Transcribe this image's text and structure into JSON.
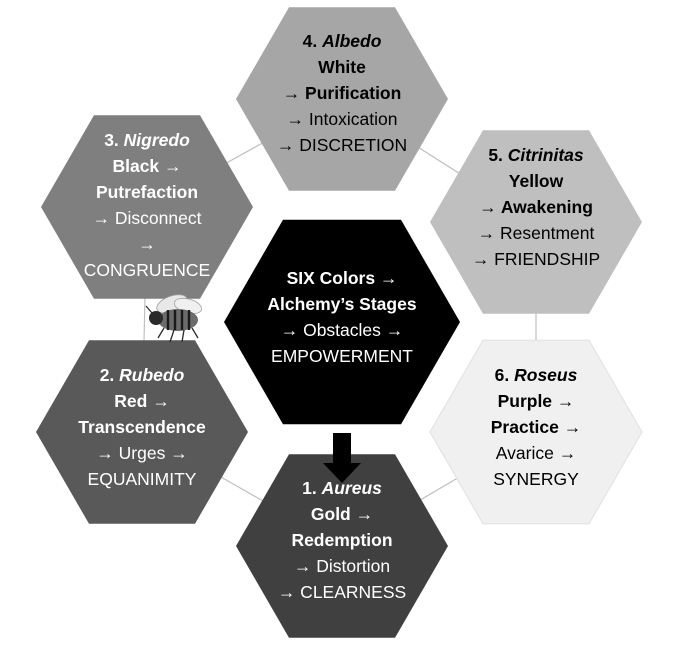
{
  "center": {
    "lines": [
      {
        "parts": [
          {
            "text": "SIX Colors →",
            "style": "bold"
          }
        ]
      },
      {
        "parts": [
          {
            "text": "Alchemy’s Stages",
            "style": "bold"
          }
        ]
      },
      {
        "parts": [
          {
            "text": "→ Obstacles →",
            "style": "norm"
          }
        ]
      },
      {
        "parts": [
          {
            "text": "EMPOWERMENT",
            "style": "norm"
          }
        ]
      }
    ],
    "fill": "#000000",
    "text_color": "#ffffff"
  },
  "stages": [
    {
      "id": "albedo",
      "fill": "#a6a6a6",
      "text_color": "#000000",
      "lines": [
        {
          "parts": [
            {
              "text": "4. ",
              "style": "bold"
            },
            {
              "text": "Albedo",
              "style": "latin"
            }
          ]
        },
        {
          "parts": [
            {
              "text": "White",
              "style": "bold"
            }
          ]
        },
        {
          "parts": [
            {
              "text": "→ Purification",
              "style": "bold"
            }
          ]
        },
        {
          "parts": [
            {
              "text": "→ Intoxication",
              "style": "norm"
            }
          ]
        },
        {
          "parts": [
            {
              "text": "→ DISCRETION",
              "style": "norm"
            }
          ]
        }
      ]
    },
    {
      "id": "nigredo",
      "fill": "#7f7f7f",
      "text_color": "#ffffff",
      "lines": [
        {
          "parts": [
            {
              "text": "3. ",
              "style": "bold"
            },
            {
              "text": "Nigredo",
              "style": "latin"
            }
          ]
        },
        {
          "parts": [
            {
              "text": "Black →",
              "style": "bold"
            }
          ]
        },
        {
          "parts": [
            {
              "text": "Putrefaction",
              "style": "bold"
            }
          ]
        },
        {
          "parts": [
            {
              "text": "→ Disconnect",
              "style": "norm"
            }
          ]
        },
        {
          "parts": [
            {
              "text": "→",
              "style": "norm"
            }
          ]
        },
        {
          "parts": [
            {
              "text": "CONGRUENCE",
              "style": "norm"
            }
          ]
        }
      ]
    },
    {
      "id": "citrinitas",
      "fill": "#bfbfbf",
      "text_color": "#000000",
      "lines": [
        {
          "parts": [
            {
              "text": "5. ",
              "style": "bold"
            },
            {
              "text": "Citrinitas",
              "style": "latin"
            }
          ]
        },
        {
          "parts": [
            {
              "text": "Yellow",
              "style": "bold"
            }
          ]
        },
        {
          "parts": [
            {
              "text": "→ Awakening",
              "style": "bold"
            }
          ]
        },
        {
          "parts": [
            {
              "text": "→ Resentment",
              "style": "norm"
            }
          ]
        },
        {
          "parts": [
            {
              "text": "→ FRIENDSHIP",
              "style": "norm"
            }
          ]
        }
      ]
    },
    {
      "id": "rubedo",
      "fill": "#595959",
      "text_color": "#ffffff",
      "lines": [
        {
          "parts": [
            {
              "text": "2. ",
              "style": "bold"
            },
            {
              "text": "Rubedo",
              "style": "latin"
            }
          ]
        },
        {
          "parts": [
            {
              "text": "Red →",
              "style": "bold"
            }
          ]
        },
        {
          "parts": [
            {
              "text": "Transcendence",
              "style": "bold"
            }
          ]
        },
        {
          "parts": [
            {
              "text": "→ Urges →",
              "style": "norm"
            }
          ]
        },
        {
          "parts": [
            {
              "text": "EQUANIMITY",
              "style": "norm"
            }
          ]
        }
      ]
    },
    {
      "id": "roseus",
      "fill": "#f0f0f0",
      "text_color": "#000000",
      "lines": [
        {
          "parts": [
            {
              "text": "6. ",
              "style": "bold"
            },
            {
              "text": "Roseus",
              "style": "latin"
            }
          ]
        },
        {
          "parts": [
            {
              "text": "Purple →",
              "style": "bold"
            }
          ]
        },
        {
          "parts": [
            {
              "text": "Practice",
              "style": "bold"
            },
            {
              "text": " →",
              "style": "norm"
            }
          ]
        },
        {
          "parts": [
            {
              "text": "Avarice →",
              "style": "norm"
            }
          ]
        },
        {
          "parts": [
            {
              "text": "SYNERGY",
              "style": "norm"
            }
          ]
        }
      ]
    },
    {
      "id": "aureus",
      "fill": "#404040",
      "text_color": "#ffffff",
      "lines": [
        {
          "parts": [
            {
              "text": "1. ",
              "style": "bold"
            },
            {
              "text": "Aureus",
              "style": "latin"
            }
          ]
        },
        {
          "parts": [
            {
              "text": "Gold →",
              "style": "bold"
            }
          ]
        },
        {
          "parts": [
            {
              "text": "Redemption",
              "style": "bold"
            }
          ]
        },
        {
          "parts": [
            {
              "text": "→ Distortion",
              "style": "norm"
            }
          ]
        },
        {
          "parts": [
            {
              "text": "→ CLEARNESS",
              "style": "norm"
            }
          ]
        }
      ]
    }
  ],
  "icons": {
    "bee": "bee-icon",
    "arrow": "down-arrow-icon"
  }
}
